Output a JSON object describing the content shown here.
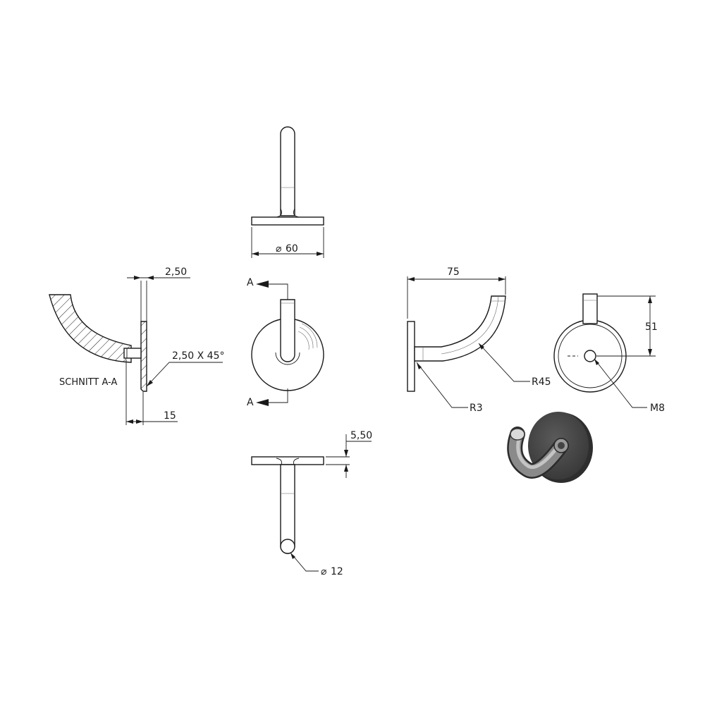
{
  "dimensions": {
    "base_diameter": "60",
    "plate_thickness": "2,50",
    "chamfer": "2,50 X 45°",
    "section_depth": "15",
    "projection": "75",
    "fillet_radius": "R3",
    "bend_radius": "R45",
    "height": "51",
    "thread": "M8",
    "flange_thickness": "5,50",
    "rod_diameter": "12"
  },
  "labels": {
    "section_title": "SCHNITT A-A",
    "section_mark_top": "A",
    "section_mark_bottom": "A",
    "diameter_symbol": "⌀"
  },
  "colors": {
    "line": "#1a1a1a",
    "hatch": "#1a1a1a",
    "render_dark": "#4a4a4a",
    "render_mid": "#7a7a7a",
    "render_light": "#bdbdbd"
  }
}
